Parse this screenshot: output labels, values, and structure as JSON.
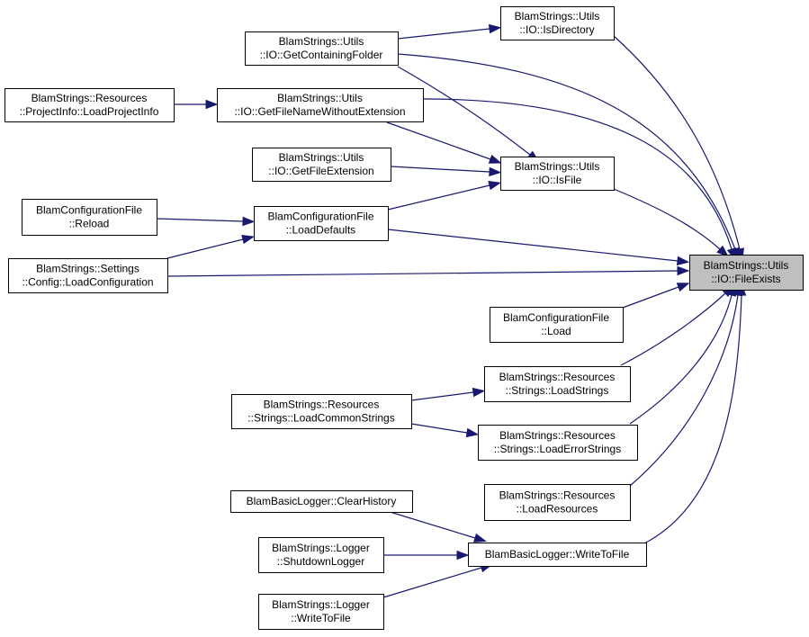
{
  "diagram": {
    "colors": {
      "edge": "#191970",
      "node_border": "#000000",
      "node_fill": "#ffffff",
      "target_fill": "#bfbfbf"
    },
    "nodes": {
      "isDirectory": [
        "BlamStrings::Utils",
        "::IO::IsDirectory"
      ],
      "getContainingFolder": [
        "BlamStrings::Utils",
        "::IO::GetContainingFolder"
      ],
      "loadProjectInfo": [
        "BlamStrings::Resources",
        "::ProjectInfo::LoadProjectInfo"
      ],
      "getFileNameWithoutExtension": [
        "BlamStrings::Utils",
        "::IO::GetFileNameWithoutExtension"
      ],
      "getFileExtension": [
        "BlamStrings::Utils",
        "::IO::GetFileExtension"
      ],
      "isFile": [
        "BlamStrings::Utils",
        "::IO::IsFile"
      ],
      "reload": [
        "BlamConfigurationFile",
        "::Reload"
      ],
      "loadDefaults": [
        "BlamConfigurationFile",
        "::LoadDefaults"
      ],
      "loadConfiguration": [
        "BlamStrings::Settings",
        "::Config::LoadConfiguration"
      ],
      "fileExists": [
        "BlamStrings::Utils",
        "::IO::FileExists"
      ],
      "load": [
        "BlamConfigurationFile",
        "::Load"
      ],
      "loadStrings": [
        "BlamStrings::Resources",
        "::Strings::LoadStrings"
      ],
      "loadCommonStrings": [
        "BlamStrings::Resources",
        "::Strings::LoadCommonStrings"
      ],
      "loadErrorStrings": [
        "BlamStrings::Resources",
        "::Strings::LoadErrorStrings"
      ],
      "loadResources": [
        "BlamStrings::Resources",
        "::LoadResources"
      ],
      "clearHistory": [
        "BlamBasicLogger::ClearHistory"
      ],
      "writeToFile": [
        "BlamBasicLogger::WriteToFile"
      ],
      "shutdownLogger": [
        "BlamStrings::Logger",
        "::ShutdownLogger"
      ],
      "loggerWriteToFile": [
        "BlamStrings::Logger",
        "::WriteToFile"
      ]
    }
  }
}
